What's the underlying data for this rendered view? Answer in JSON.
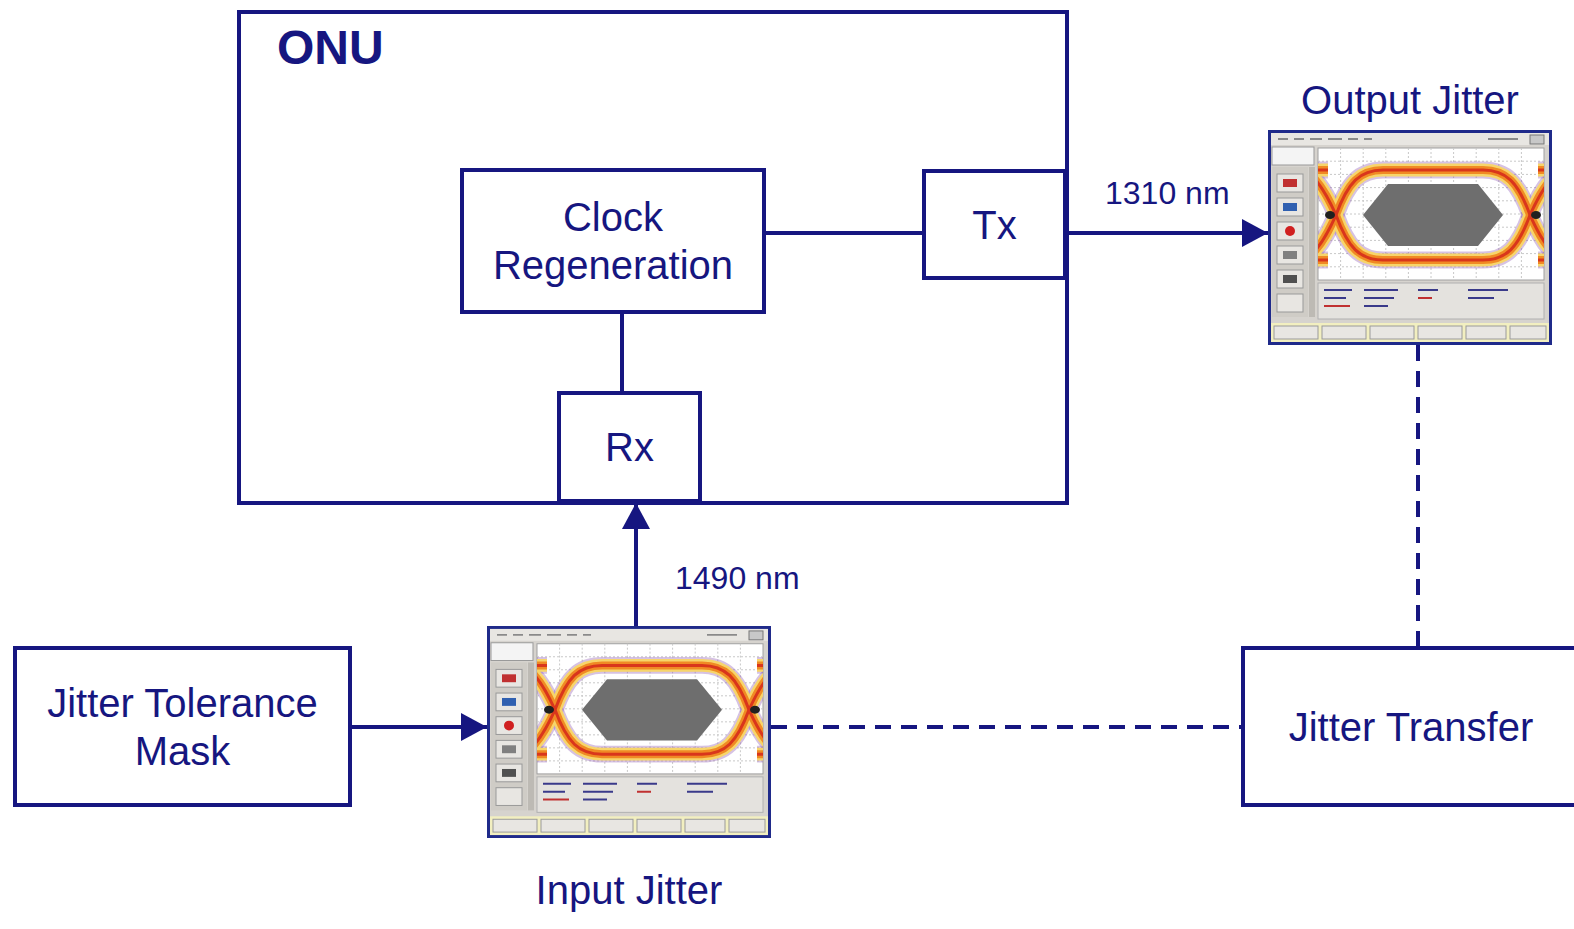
{
  "diagram": {
    "nodes": [
      {
        "text": [
          "ONU"
        ]
      },
      {
        "text": [
          "Clock Regeneration"
        ],
        "in": 0
      },
      {
        "text": [
          "Tx"
        ],
        "in": 0
      },
      {
        "text": [
          "Rx"
        ],
        "in": 0
      },
      {
        "text": [
          "Output Jitter"
        ]
      },
      {
        "text": [
          "Jitter Tolerance Mask"
        ]
      },
      {
        "text": [
          "Input Jitter"
        ]
      },
      {
        "text": [
          "Jitter Transfer"
        ]
      }
    ],
    "edges": [
      {
        "from": 1,
        "to": 2,
        "arrow": "none"
      },
      {
        "from": 3,
        "to": 1,
        "arrow": "none"
      },
      {
        "from": 2,
        "to": 4,
        "arrow": "to",
        "label": "1310 nm"
      },
      {
        "from": 6,
        "to": 3,
        "arrow": "to",
        "label": "1490 nm"
      },
      {
        "from": 5,
        "to": 6,
        "arrow": "to"
      },
      {
        "from": 6,
        "to": 7,
        "arrow": "none"
      },
      {
        "from": 4,
        "to": 7,
        "arrow": "none"
      }
    ]
  }
}
